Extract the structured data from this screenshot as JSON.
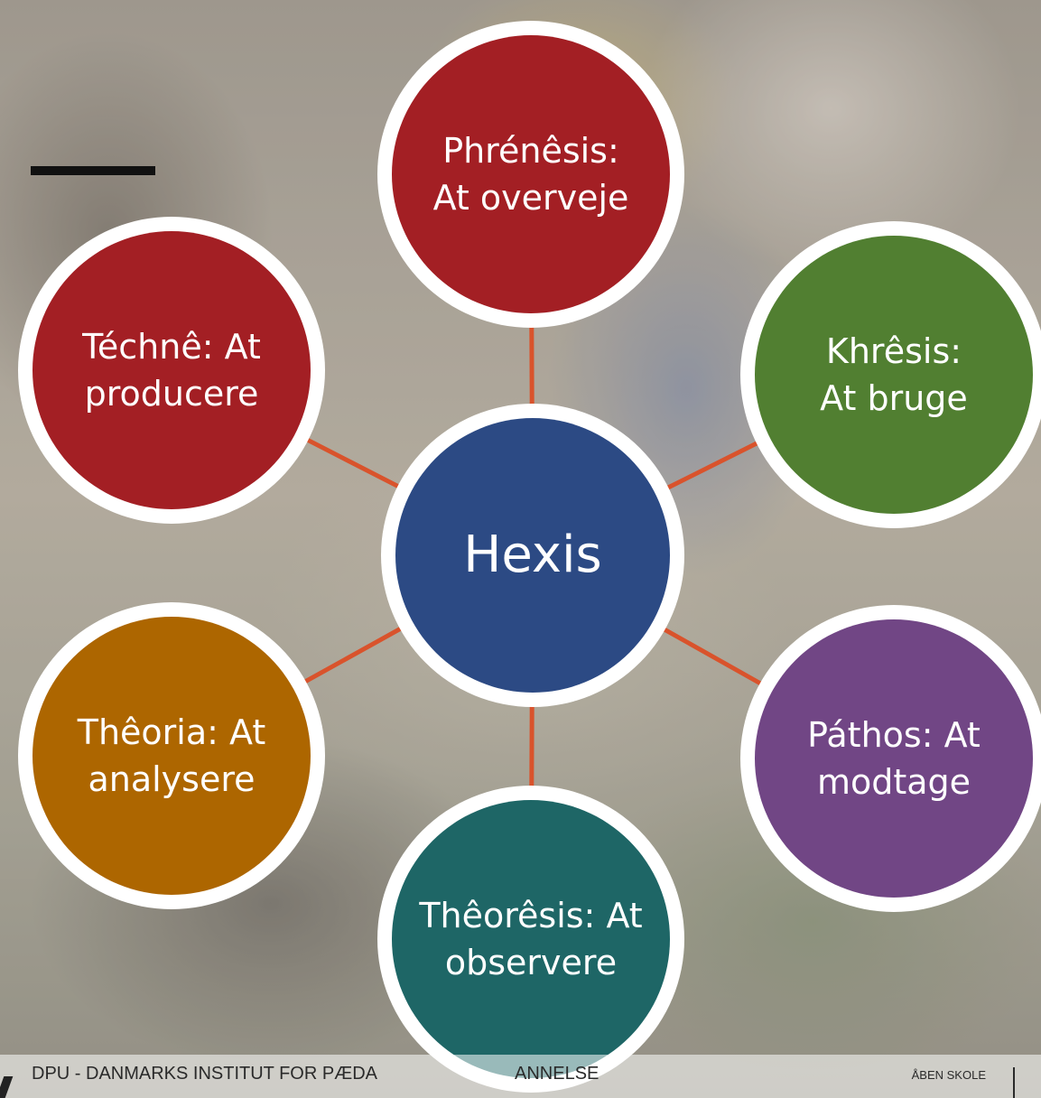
{
  "diagram": {
    "center": {
      "label": "Hexis",
      "color": "#2c4a84"
    },
    "nodes": [
      {
        "id": "phrenesis",
        "label": "Phrénêsis:\nAt overveje",
        "color": "#a31f24"
      },
      {
        "id": "khresis",
        "label": "Khrêsis:\nAt bruge",
        "color": "#517f31"
      },
      {
        "id": "pathos",
        "label": "Páthos: At\nmodtage",
        "color": "#714685"
      },
      {
        "id": "theoresis",
        "label": "Thêorêsis: At\nobservere",
        "color": "#1e6666"
      },
      {
        "id": "theoria",
        "label": "Thêoria: At\nanalysere",
        "color": "#ad6600"
      },
      {
        "id": "techne",
        "label": "Téchnê: At\nproducere",
        "color": "#a31f24"
      }
    ],
    "connector_color": "#d9532c"
  },
  "footer": {
    "institution": "DPU - DANMARKS INSTITUT FOR PÆDA",
    "institution_tail": "ANNELSE",
    "event": "ÅBEN SKOLE"
  }
}
